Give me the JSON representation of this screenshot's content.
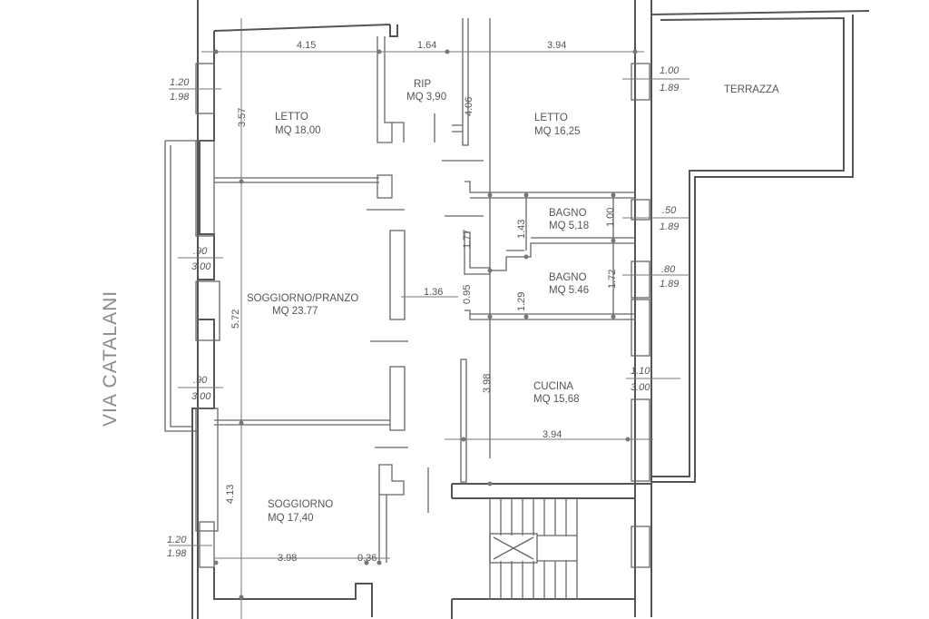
{
  "street": "VIA CATALANI",
  "rooms": {
    "letto1": {
      "name": "LETTO",
      "area": "MQ 18,00"
    },
    "rip": {
      "name": "RIP",
      "area": "MQ 3,90"
    },
    "letto2": {
      "name": "LETTO",
      "area": "MQ 16,25"
    },
    "terrazza": {
      "name": "TERRAZZA"
    },
    "bagno1": {
      "name": "BAGNO",
      "area": "MQ 5,18"
    },
    "bagno2": {
      "name": "BAGNO",
      "area": "MQ 5.46"
    },
    "soggiorno_pranzo": {
      "name": "SOGGIORNO/PRANZO",
      "area": "MQ 23.77"
    },
    "cucina": {
      "name": "CUCINA",
      "area": "MQ 15,68"
    },
    "soggiorno": {
      "name": "SOGGIORNO",
      "area": "MQ 17,40"
    }
  },
  "dimensions": {
    "top_left": "4.15",
    "top_mid": "1.64",
    "top_right": "3.94",
    "letto1_h": "3.57",
    "letto2_h": "4.06",
    "bagno1_w": "1.43",
    "bagno1_h": "1.00",
    "corr_h": "1.77",
    "bagno2_w": "1.29",
    "bagno2_h": "1.72",
    "pranzo_h": "5.72",
    "pranzo_depth": "1.36",
    "door_w": "0.95",
    "cucina_h": "3.98",
    "cucina_w": "3.94",
    "soggiorno_h": "4.13",
    "soggiorno_w": "3.98",
    "soggiorno_w2": "0.36"
  },
  "windows": {
    "w1": {
      "w": "1.20",
      "h": "1.98"
    },
    "w2": {
      "w": "1.00",
      "h": "1.89"
    },
    "w3": {
      "w": ".50",
      "h": "1.89"
    },
    "w4": {
      "w": ".90",
      "h": "3.00"
    },
    "w5": {
      "w": ".80",
      "h": "1.89"
    },
    "w6": {
      "w": ".90",
      "h": "3.00"
    },
    "w7": {
      "w": "1.10",
      "h": "3.00"
    },
    "w8": {
      "w": "1.20",
      "h": "1.98"
    }
  }
}
